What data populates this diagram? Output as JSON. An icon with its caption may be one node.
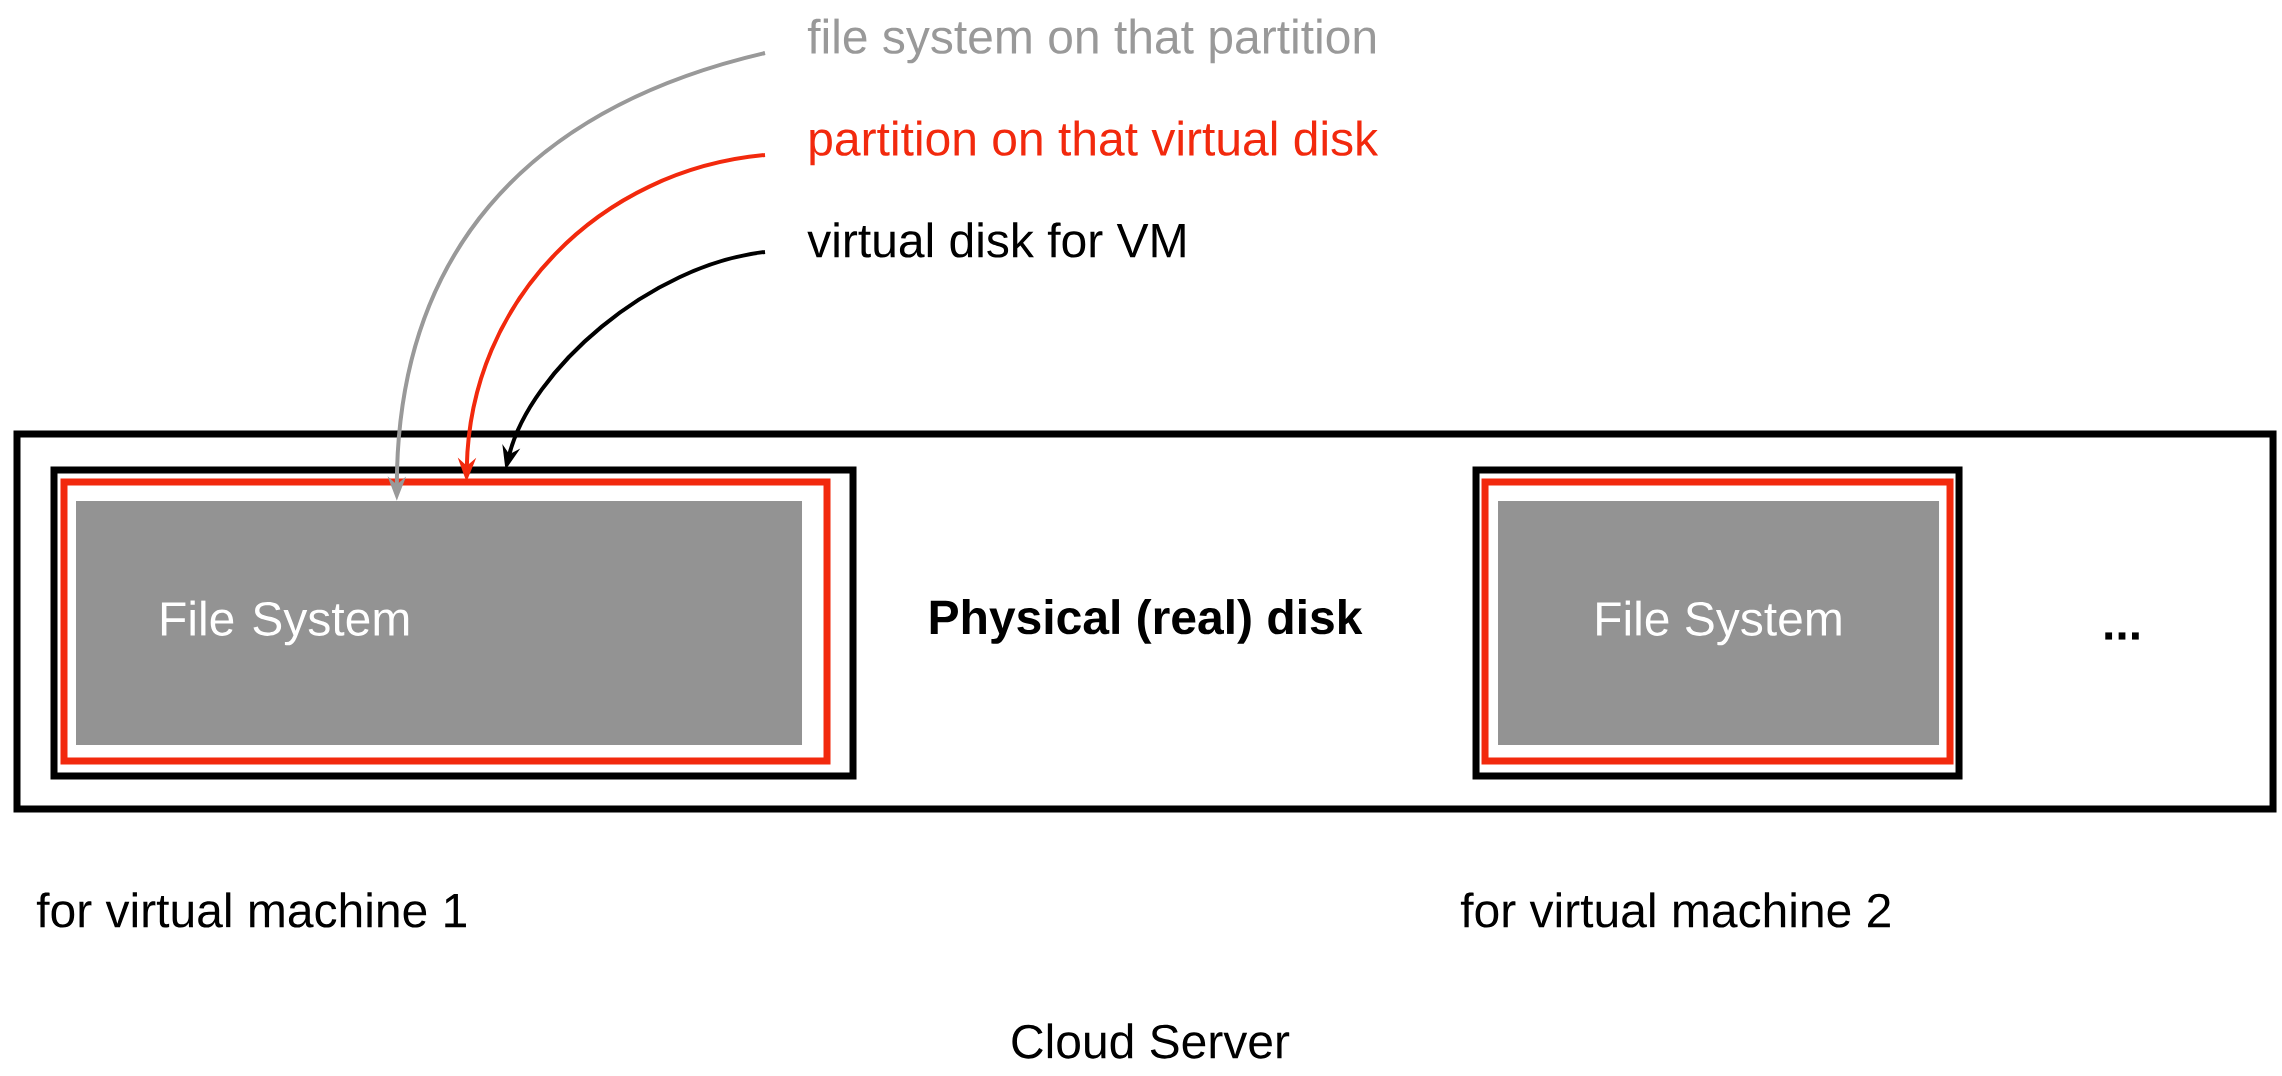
{
  "diagram": {
    "nodes": [
      {
        "text": [
          "Physical (real) disk"
        ]
      },
      {
        "text": [],
        "shape": "box",
        "in": 0,
        "beside": [
          "for virtual machine 1"
        ]
      },
      {
        "text": [],
        "shape": "box",
        "in": 1
      },
      {
        "text": [
          "File System"
        ],
        "in": 2
      },
      {
        "text": [],
        "shape": "box",
        "in": 0,
        "beside": [
          "for virtual machine 2"
        ]
      },
      {
        "text": [],
        "shape": "box",
        "in": 4
      },
      {
        "text": [
          "File System"
        ],
        "in": 5
      },
      {
        "text": [
          "file system on that partition"
        ]
      },
      {
        "text": [
          "partition on that virtual disk"
        ]
      },
      {
        "text": [
          "virtual disk for VM"
        ]
      }
    ],
    "edges": [
      {
        "from": 7,
        "to": 3,
        "arrow": "to",
        "color": "#999999"
      },
      {
        "from": 8,
        "to": 2,
        "arrow": "to",
        "color": "#f2290d"
      },
      {
        "from": 9,
        "to": 1,
        "arrow": "to",
        "color": "#000000"
      }
    ],
    "labels": [
      "...",
      "Cloud Server"
    ]
  }
}
